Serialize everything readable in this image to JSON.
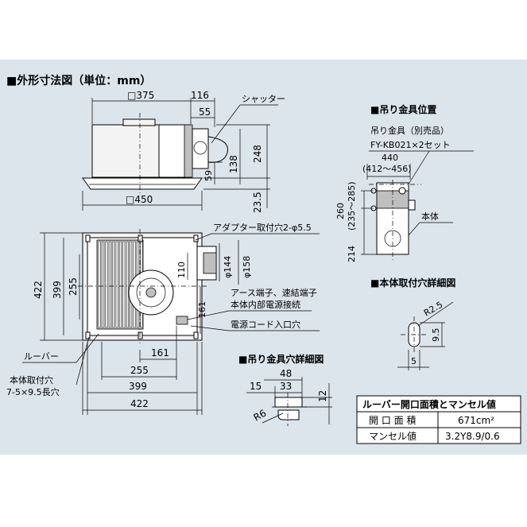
{
  "title": "■外形寸法図（単位：mm）",
  "side_view": {
    "dims": [
      "□375",
      "116",
      "55",
      "248",
      "138",
      "59",
      "23.5",
      "□450"
    ],
    "labels": {
      "shutter": "シャッター"
    }
  },
  "front_view": {
    "dims": [
      "422",
      "399",
      "255",
      "110",
      "161",
      "161",
      "255",
      "399",
      "422"
    ],
    "round_dims": [
      "φ144",
      "φ158"
    ],
    "labels": {
      "adapter_hole": "アダプター取付穴2-φ5.5",
      "terminal_1": "アース端子、速結端子",
      "terminal_2": "本体内部電源接続",
      "cord_inlet": "電源コード入口穴",
      "louver": "ルーバー",
      "mount_hole_1": "本体取付穴",
      "mount_hole_2": "7-5×9.5長穴"
    }
  },
  "hanger_position": {
    "heading": "■吊り金具位置",
    "part_1": "吊り金具（別売品）",
    "part_2": "FY-KB021×2セット",
    "dims": [
      "440",
      "(412～456)",
      "260",
      "(235～285)",
      "214"
    ],
    "body_label": "本体"
  },
  "mount_hole_detail": {
    "heading": "■本体取付穴詳細図",
    "dims": [
      "R2.5",
      "9.5",
      "5"
    ]
  },
  "hanger_hole_detail": {
    "heading": "■吊り金具穴詳細図",
    "dims": [
      "48",
      "33",
      "15",
      "12",
      "R6"
    ]
  },
  "spec_table": {
    "header": "ルーバー開口面積とマンセル値",
    "rows": [
      {
        "label": "開 口 面 積",
        "value": "671cm²"
      },
      {
        "label": "マンセル値",
        "value": "3.2Y8.9/0.6"
      }
    ]
  }
}
